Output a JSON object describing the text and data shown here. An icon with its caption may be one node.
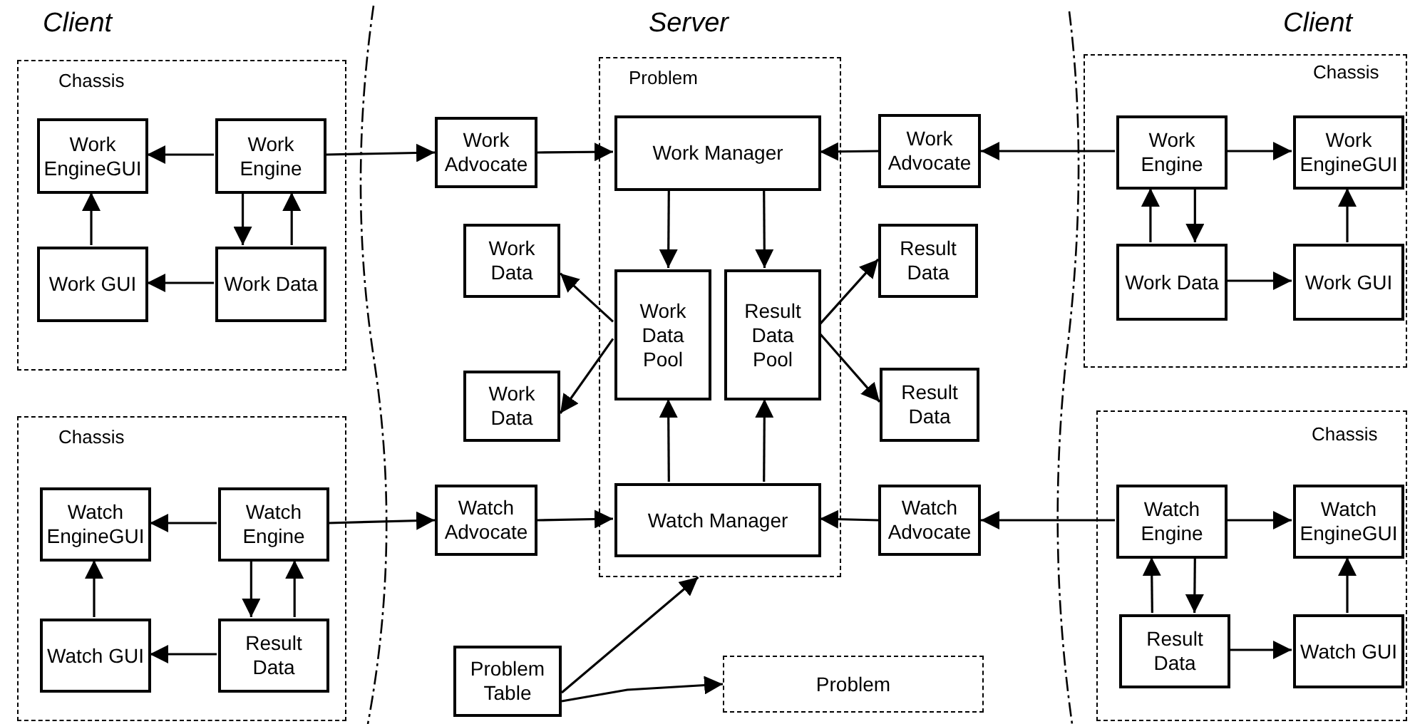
{
  "diagram": {
    "nodes": [
      {
        "text": [
          "Chassis"
        ]
      },
      {
        "text": [
          "Work EngineGUI"
        ],
        "in": 0
      },
      {
        "text": [
          "Work Engine"
        ],
        "in": 0
      },
      {
        "text": [
          "Work GUI"
        ],
        "in": 0
      },
      {
        "text": [
          "Work Data"
        ],
        "in": 0
      },
      {
        "text": [
          "Work Advocate"
        ]
      },
      {
        "text": [
          "Problem"
        ]
      },
      {
        "text": [
          "Work Manager"
        ],
        "in": 6
      },
      {
        "text": [
          "Work Data Pool"
        ],
        "in": 6
      },
      {
        "text": [
          "Result Data Pool"
        ],
        "in": 6
      },
      {
        "text": [
          "Watch Manager"
        ],
        "in": 6
      },
      {
        "text": [
          "Work Advocate"
        ]
      },
      {
        "text": [
          "Chassis"
        ]
      },
      {
        "text": [
          "Work Engine"
        ],
        "in": 12
      },
      {
        "text": [
          "Work EngineGUI"
        ],
        "in": 12
      },
      {
        "text": [
          "Work Data"
        ],
        "in": 12
      },
      {
        "text": [
          "Work GUI"
        ],
        "in": 12
      },
      {
        "text": [
          "Work Data"
        ]
      },
      {
        "text": [
          "Work Data"
        ]
      },
      {
        "text": [
          "Result Data"
        ]
      },
      {
        "text": [
          "Result Data"
        ]
      },
      {
        "text": [
          "Chassis"
        ]
      },
      {
        "text": [
          "Watch EngineGUI"
        ],
        "in": 21
      },
      {
        "text": [
          "Watch Engine"
        ],
        "in": 21
      },
      {
        "text": [
          "Watch GUI"
        ],
        "in": 21
      },
      {
        "text": [
          "Result Data"
        ],
        "in": 21
      },
      {
        "text": [
          "Watch Advocate"
        ]
      },
      {
        "text": [
          "Watch Advocate"
        ]
      },
      {
        "text": [
          "Chassis"
        ]
      },
      {
        "text": [
          "Watch Engine"
        ],
        "in": 28
      },
      {
        "text": [
          "Watch EngineGUI"
        ],
        "in": 28
      },
      {
        "text": [
          "Result Data"
        ],
        "in": 28
      },
      {
        "text": [
          "Watch GUI"
        ],
        "in": 28
      },
      {
        "text": [
          "Problem Table"
        ]
      },
      {
        "text": [
          "Problem"
        ]
      }
    ],
    "edges": [
      {
        "from": 2,
        "to": 1,
        "arrow": "to"
      },
      {
        "from": 2,
        "to": 4,
        "arrow": "to"
      },
      {
        "from": 4,
        "to": 2,
        "arrow": "to"
      },
      {
        "from": 3,
        "to": 1,
        "arrow": "to"
      },
      {
        "from": 4,
        "to": 3,
        "arrow": "to"
      },
      {
        "from": 2,
        "to": 5,
        "arrow": "to"
      },
      {
        "from": 5,
        "to": 7,
        "arrow": "to"
      },
      {
        "from": 11,
        "to": 7,
        "arrow": "to"
      },
      {
        "from": 13,
        "to": 11,
        "arrow": "to"
      },
      {
        "from": 7,
        "to": 8,
        "arrow": "to"
      },
      {
        "from": 7,
        "to": 9,
        "arrow": "to"
      },
      {
        "from": 13,
        "to": 14,
        "arrow": "to"
      },
      {
        "from": 13,
        "to": 15,
        "arrow": "to"
      },
      {
        "from": 15,
        "to": 13,
        "arrow": "to"
      },
      {
        "from": 15,
        "to": 16,
        "arrow": "to"
      },
      {
        "from": 16,
        "to": 14,
        "arrow": "to"
      },
      {
        "from": 8,
        "to": 17,
        "arrow": "to"
      },
      {
        "from": 8,
        "to": 18,
        "arrow": "to"
      },
      {
        "from": 9,
        "to": 19,
        "arrow": "to"
      },
      {
        "from": 9,
        "to": 20,
        "arrow": "to"
      },
      {
        "from": 10,
        "to": 8,
        "arrow": "to"
      },
      {
        "from": 10,
        "to": 9,
        "arrow": "to"
      },
      {
        "from": 23,
        "to": 22,
        "arrow": "to"
      },
      {
        "from": 23,
        "to": 25,
        "arrow": "to"
      },
      {
        "from": 25,
        "to": 23,
        "arrow": "to"
      },
      {
        "from": 24,
        "to": 22,
        "arrow": "to"
      },
      {
        "from": 25,
        "to": 24,
        "arrow": "to"
      },
      {
        "from": 23,
        "to": 26,
        "arrow": "to"
      },
      {
        "from": 26,
        "to": 10,
        "arrow": "to"
      },
      {
        "from": 27,
        "to": 10,
        "arrow": "to"
      },
      {
        "from": 29,
        "to": 27,
        "arrow": "to"
      },
      {
        "from": 29,
        "to": 30,
        "arrow": "to"
      },
      {
        "from": 29,
        "to": 31,
        "arrow": "to"
      },
      {
        "from": 31,
        "to": 29,
        "arrow": "to"
      },
      {
        "from": 31,
        "to": 32,
        "arrow": "to"
      },
      {
        "from": 32,
        "to": 30,
        "arrow": "to"
      },
      {
        "from": 33,
        "to": 6,
        "arrow": "to"
      },
      {
        "from": 33,
        "to": 34,
        "arrow": "to"
      }
    ],
    "labels": [
      "Client",
      "Server",
      "Client"
    ]
  }
}
